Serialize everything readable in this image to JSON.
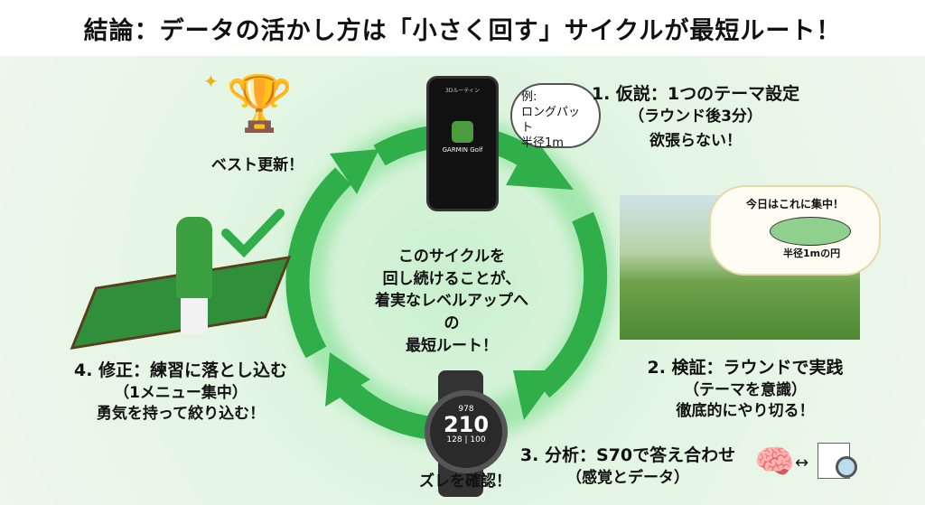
{
  "title": "結論：データの活かし方は「小さく回す」サイクルが最短ルート！",
  "center": [
    "このサイクルを",
    "回し続けることが、",
    "着実なレベルアップへの",
    "最短ルート！"
  ],
  "step1": {
    "title": "1. 仮説：1つのテーマ設定",
    "sub": "（ラウンド後3分）",
    "note": "欲張らない！",
    "bubble": [
      "例:",
      "ロングパット",
      "半径1m"
    ]
  },
  "phone": {
    "header": "3Dルーティン",
    "app": "GARMIN Golf"
  },
  "step2": {
    "title": "2. 検証：ラウンドで実践",
    "sub": "（テーマを意識）",
    "note": "徹底的にやり切る！",
    "bubble_title": "今日はこれに集中！",
    "bubble_label": "半径1mの円"
  },
  "step3": {
    "title": "3. 分析：S70で答え合わせ",
    "sub": "（感覚とデータ）",
    "note": "ズレを確認！"
  },
  "watch": {
    "top": "978",
    "main": "210",
    "left": "128",
    "right": "100"
  },
  "step4": {
    "title": "4. 修正：練習に落とし込む",
    "sub": "（1メニュー集中）",
    "note": "勇気を持って絞り込む！"
  },
  "trophy": {
    "label": "ベスト更新！"
  },
  "colors": {
    "arrow": "#2fae4a",
    "bg": "#e6f4e6"
  }
}
